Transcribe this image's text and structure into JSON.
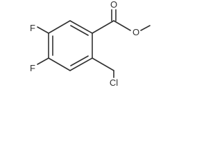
{
  "molecule": {
    "atoms": {
      "fluorine_top": "F",
      "fluorine_bottom": "F",
      "carbonyl_oxygen": "O",
      "ester_oxygen": "O",
      "chlorine": "Cl"
    }
  }
}
